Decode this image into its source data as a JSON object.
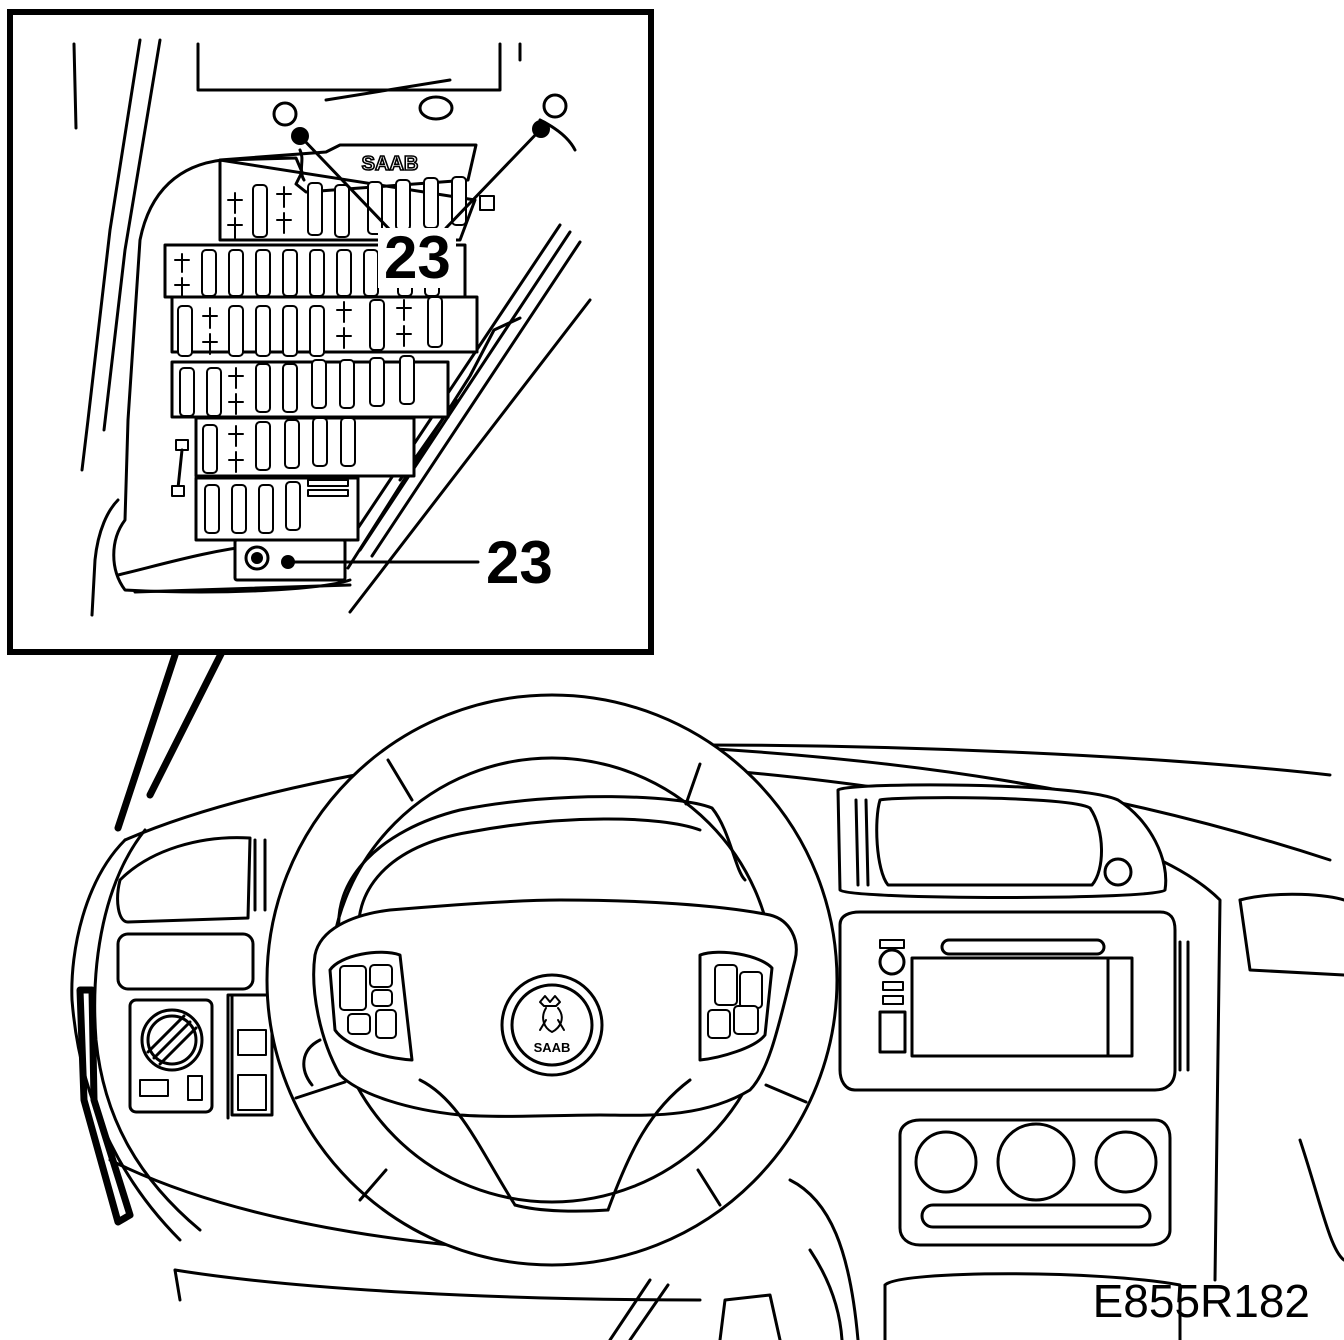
{
  "figure": {
    "code": "E855R182",
    "callouts": [
      {
        "id": "upper",
        "label": "23"
      },
      {
        "id": "lower",
        "label": "23"
      }
    ],
    "badge_text": "SAAB"
  },
  "colors": {
    "line": "#000000",
    "background": "#ffffff"
  }
}
